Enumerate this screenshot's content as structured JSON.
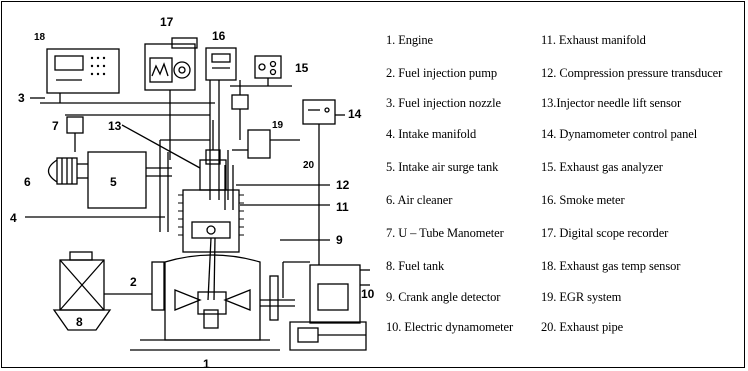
{
  "legend": {
    "col1": [
      "1.  Engine",
      "2.  Fuel injection pump",
      "3.  Fuel injection nozzle",
      "4.  Intake manifold",
      "5.  Intake air surge tank",
      "6.  Air cleaner",
      "7.  U – Tube Manometer",
      "8.  Fuel tank",
      "9.  Crank angle detector",
      "10. Electric dynamometer"
    ],
    "col2": [
      "11. Exhaust manifold",
      "12. Compression pressure transducer",
      "13.Injector needle lift sensor",
      "14. Dynamometer control panel",
      "15. Exhaust gas analyzer",
      "16. Smoke meter",
      "17. Digital scope recorder",
      "18. Exhaust gas temp sensor",
      "19. EGR system",
      "20. Exhaust pipe"
    ]
  },
  "callouts": {
    "n1": "1",
    "n2": "2",
    "n3": "3",
    "n4": "4",
    "n5": "5",
    "n6": "6",
    "n7": "7",
    "n8": "8",
    "n9": "9",
    "n10": "10",
    "n11": "11",
    "n12": "12",
    "n13": "13",
    "n14": "14",
    "n15": "15",
    "n16": "16",
    "n17": "17",
    "n18": "18",
    "n19": "19",
    "n20": "20"
  }
}
